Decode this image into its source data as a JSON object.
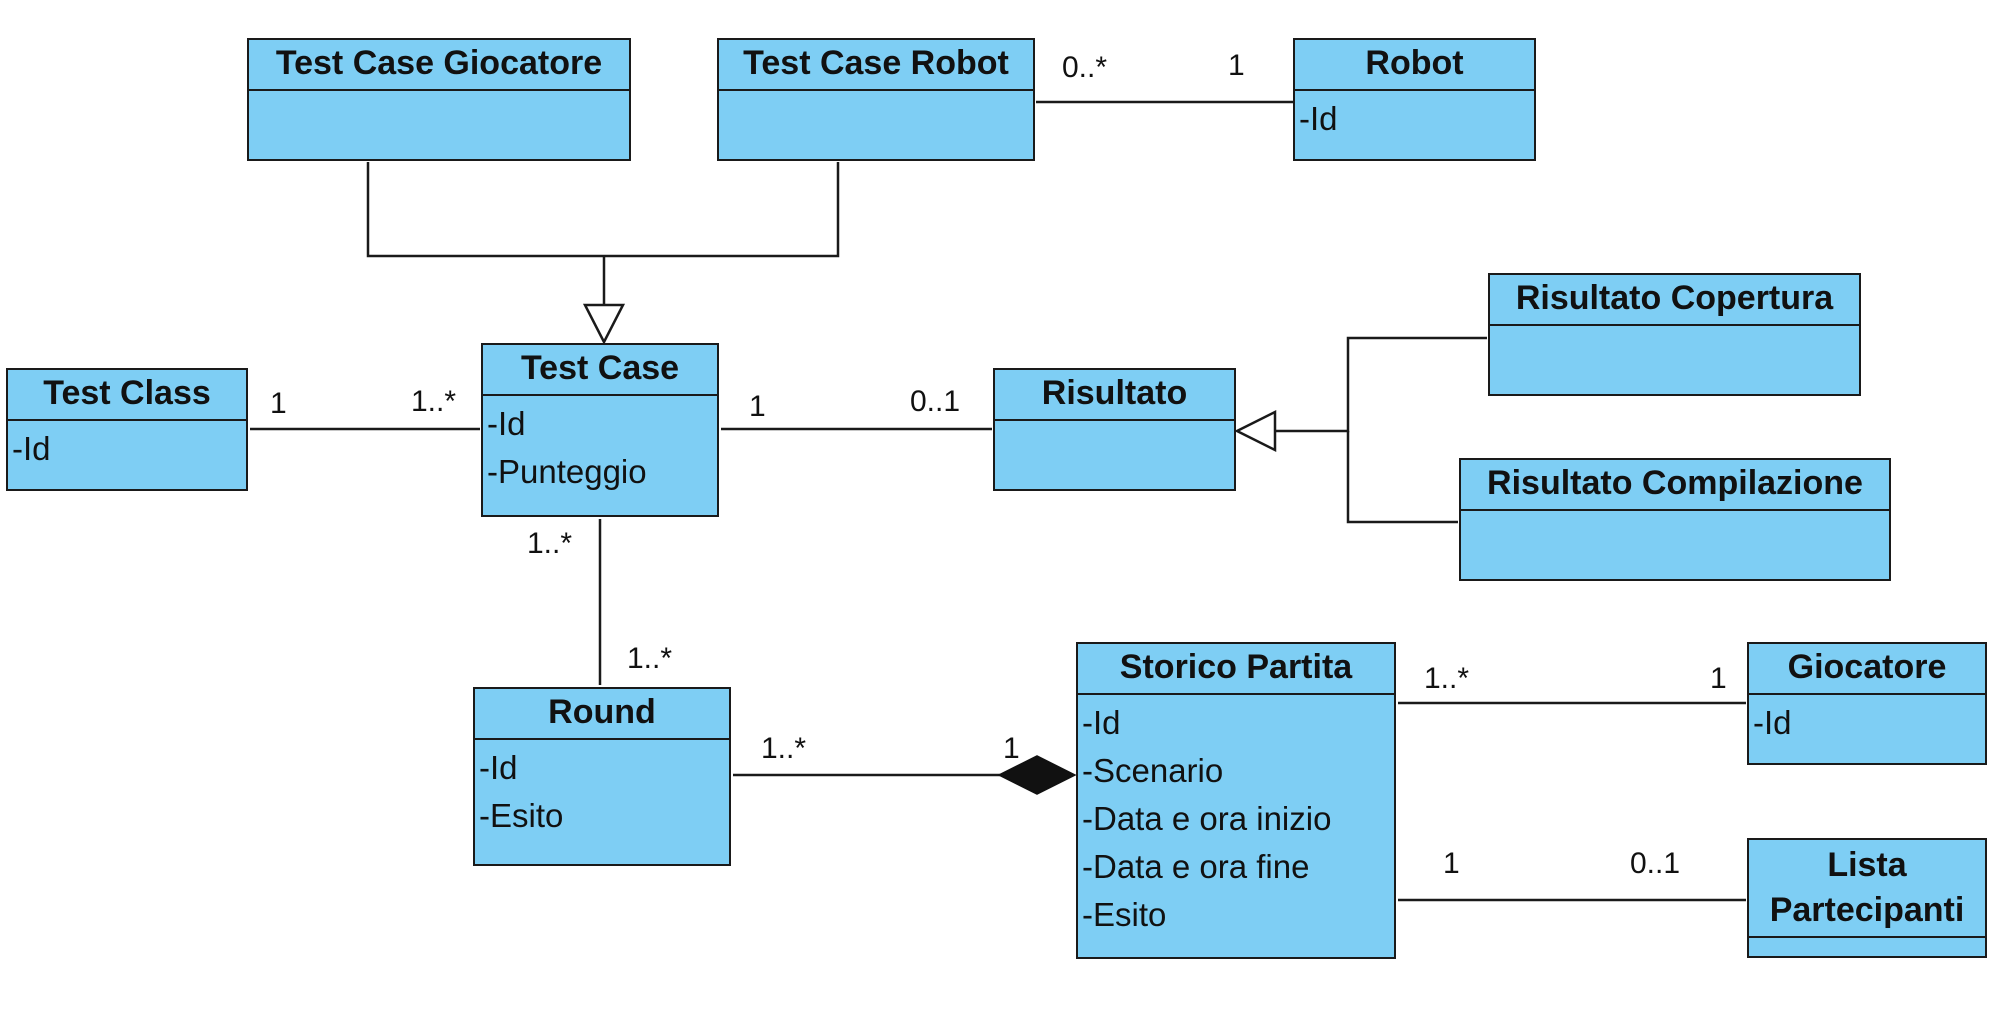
{
  "classes": {
    "test_case_giocatore": {
      "name": "Test Case Giocatore",
      "attributes": []
    },
    "test_case_robot": {
      "name": "Test Case Robot",
      "attributes": []
    },
    "robot": {
      "name": "Robot",
      "attributes": [
        "-Id"
      ]
    },
    "test_class": {
      "name": "Test Class",
      "attributes": [
        "-Id"
      ]
    },
    "test_case": {
      "name": "Test Case",
      "attributes": [
        "-Id",
        "-Punteggio"
      ]
    },
    "risultato": {
      "name": "Risultato",
      "attributes": []
    },
    "risultato_copertura": {
      "name": "Risultato Copertura",
      "attributes": []
    },
    "risultato_compilazione": {
      "name": "Risultato Compilazione",
      "attributes": []
    },
    "round": {
      "name": "Round",
      "attributes": [
        "-Id",
        "-Esito"
      ]
    },
    "storico_partita": {
      "name": "Storico Partita",
      "attributes": [
        "-Id",
        "-Scenario",
        "-Data e ora inizio",
        "-Data e ora fine",
        "-Esito"
      ]
    },
    "giocatore": {
      "name": "Giocatore",
      "attributes": [
        "-Id"
      ]
    },
    "lista_partecipanti": {
      "name": "Lista Partecipanti",
      "attributes": []
    }
  },
  "multiplicities": {
    "tcrobot_robot_from": "0..*",
    "tcrobot_robot_to": "1",
    "testclass_testcase_from": "1",
    "testclass_testcase_to": "1..*",
    "testcase_risultato_from": "1",
    "testcase_risultato_to": "0..1",
    "testcase_round_from": "1..*",
    "testcase_round_to": "1..*",
    "round_storico_from": "1..*",
    "round_storico_to": "1",
    "storico_giocatore_from": "1..*",
    "storico_giocatore_to": "1",
    "storico_lista_from": "1",
    "storico_lista_to": "0..1"
  },
  "colors": {
    "class_fill": "#7ecef4",
    "stroke": "#1a1a1a"
  }
}
